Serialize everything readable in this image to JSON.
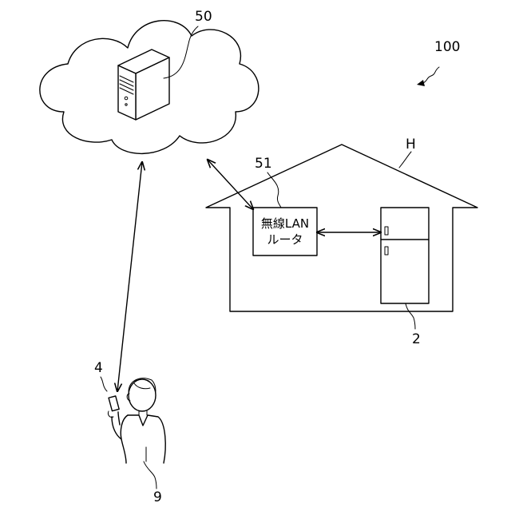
{
  "labels": {
    "system": "100",
    "server": "50",
    "house": "H",
    "router": "51",
    "refrigerator": "2",
    "smartphone": "4",
    "user": "9"
  },
  "router_box": {
    "line1": "無線LAN",
    "line2": "ルータ"
  }
}
